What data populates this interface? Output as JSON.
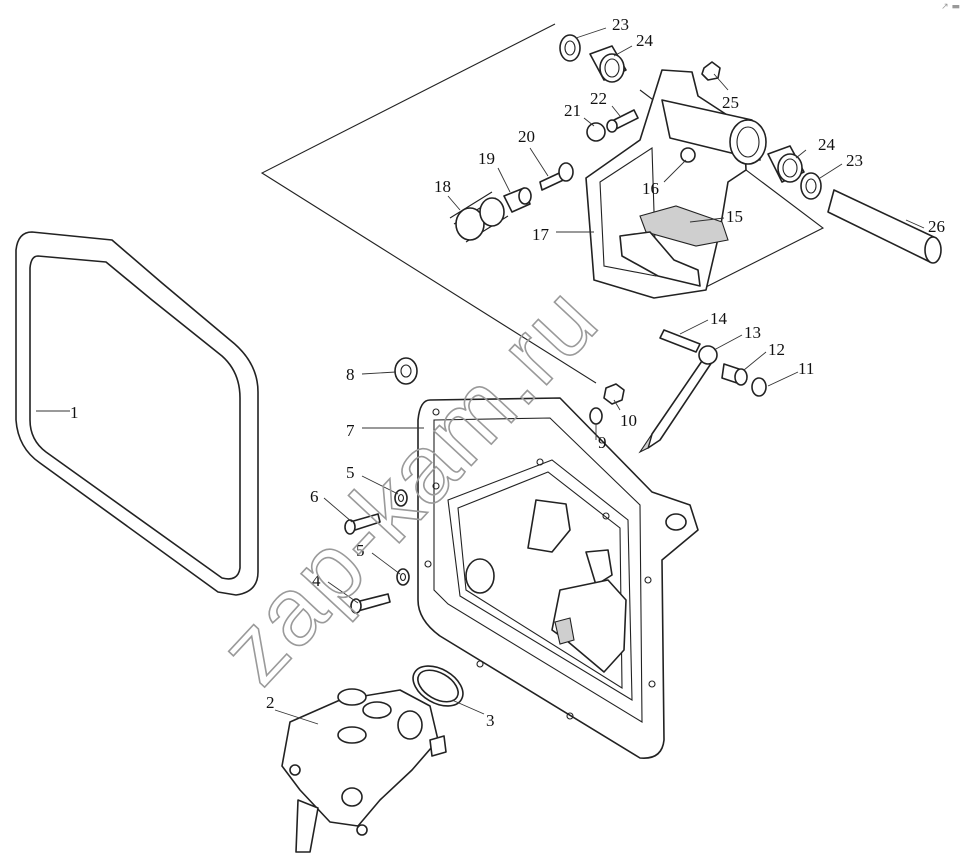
{
  "diagram": {
    "callouts": [
      "1",
      "2",
      "3",
      "4",
      "5",
      "5",
      "6",
      "7",
      "8",
      "9",
      "10",
      "11",
      "12",
      "13",
      "14",
      "15",
      "16",
      "17",
      "18",
      "19",
      "20",
      "21",
      "22",
      "23",
      "23",
      "24",
      "24",
      "25",
      "26"
    ],
    "watermark": "zap-kam.ru",
    "corner_mark": "↗ ▬"
  }
}
